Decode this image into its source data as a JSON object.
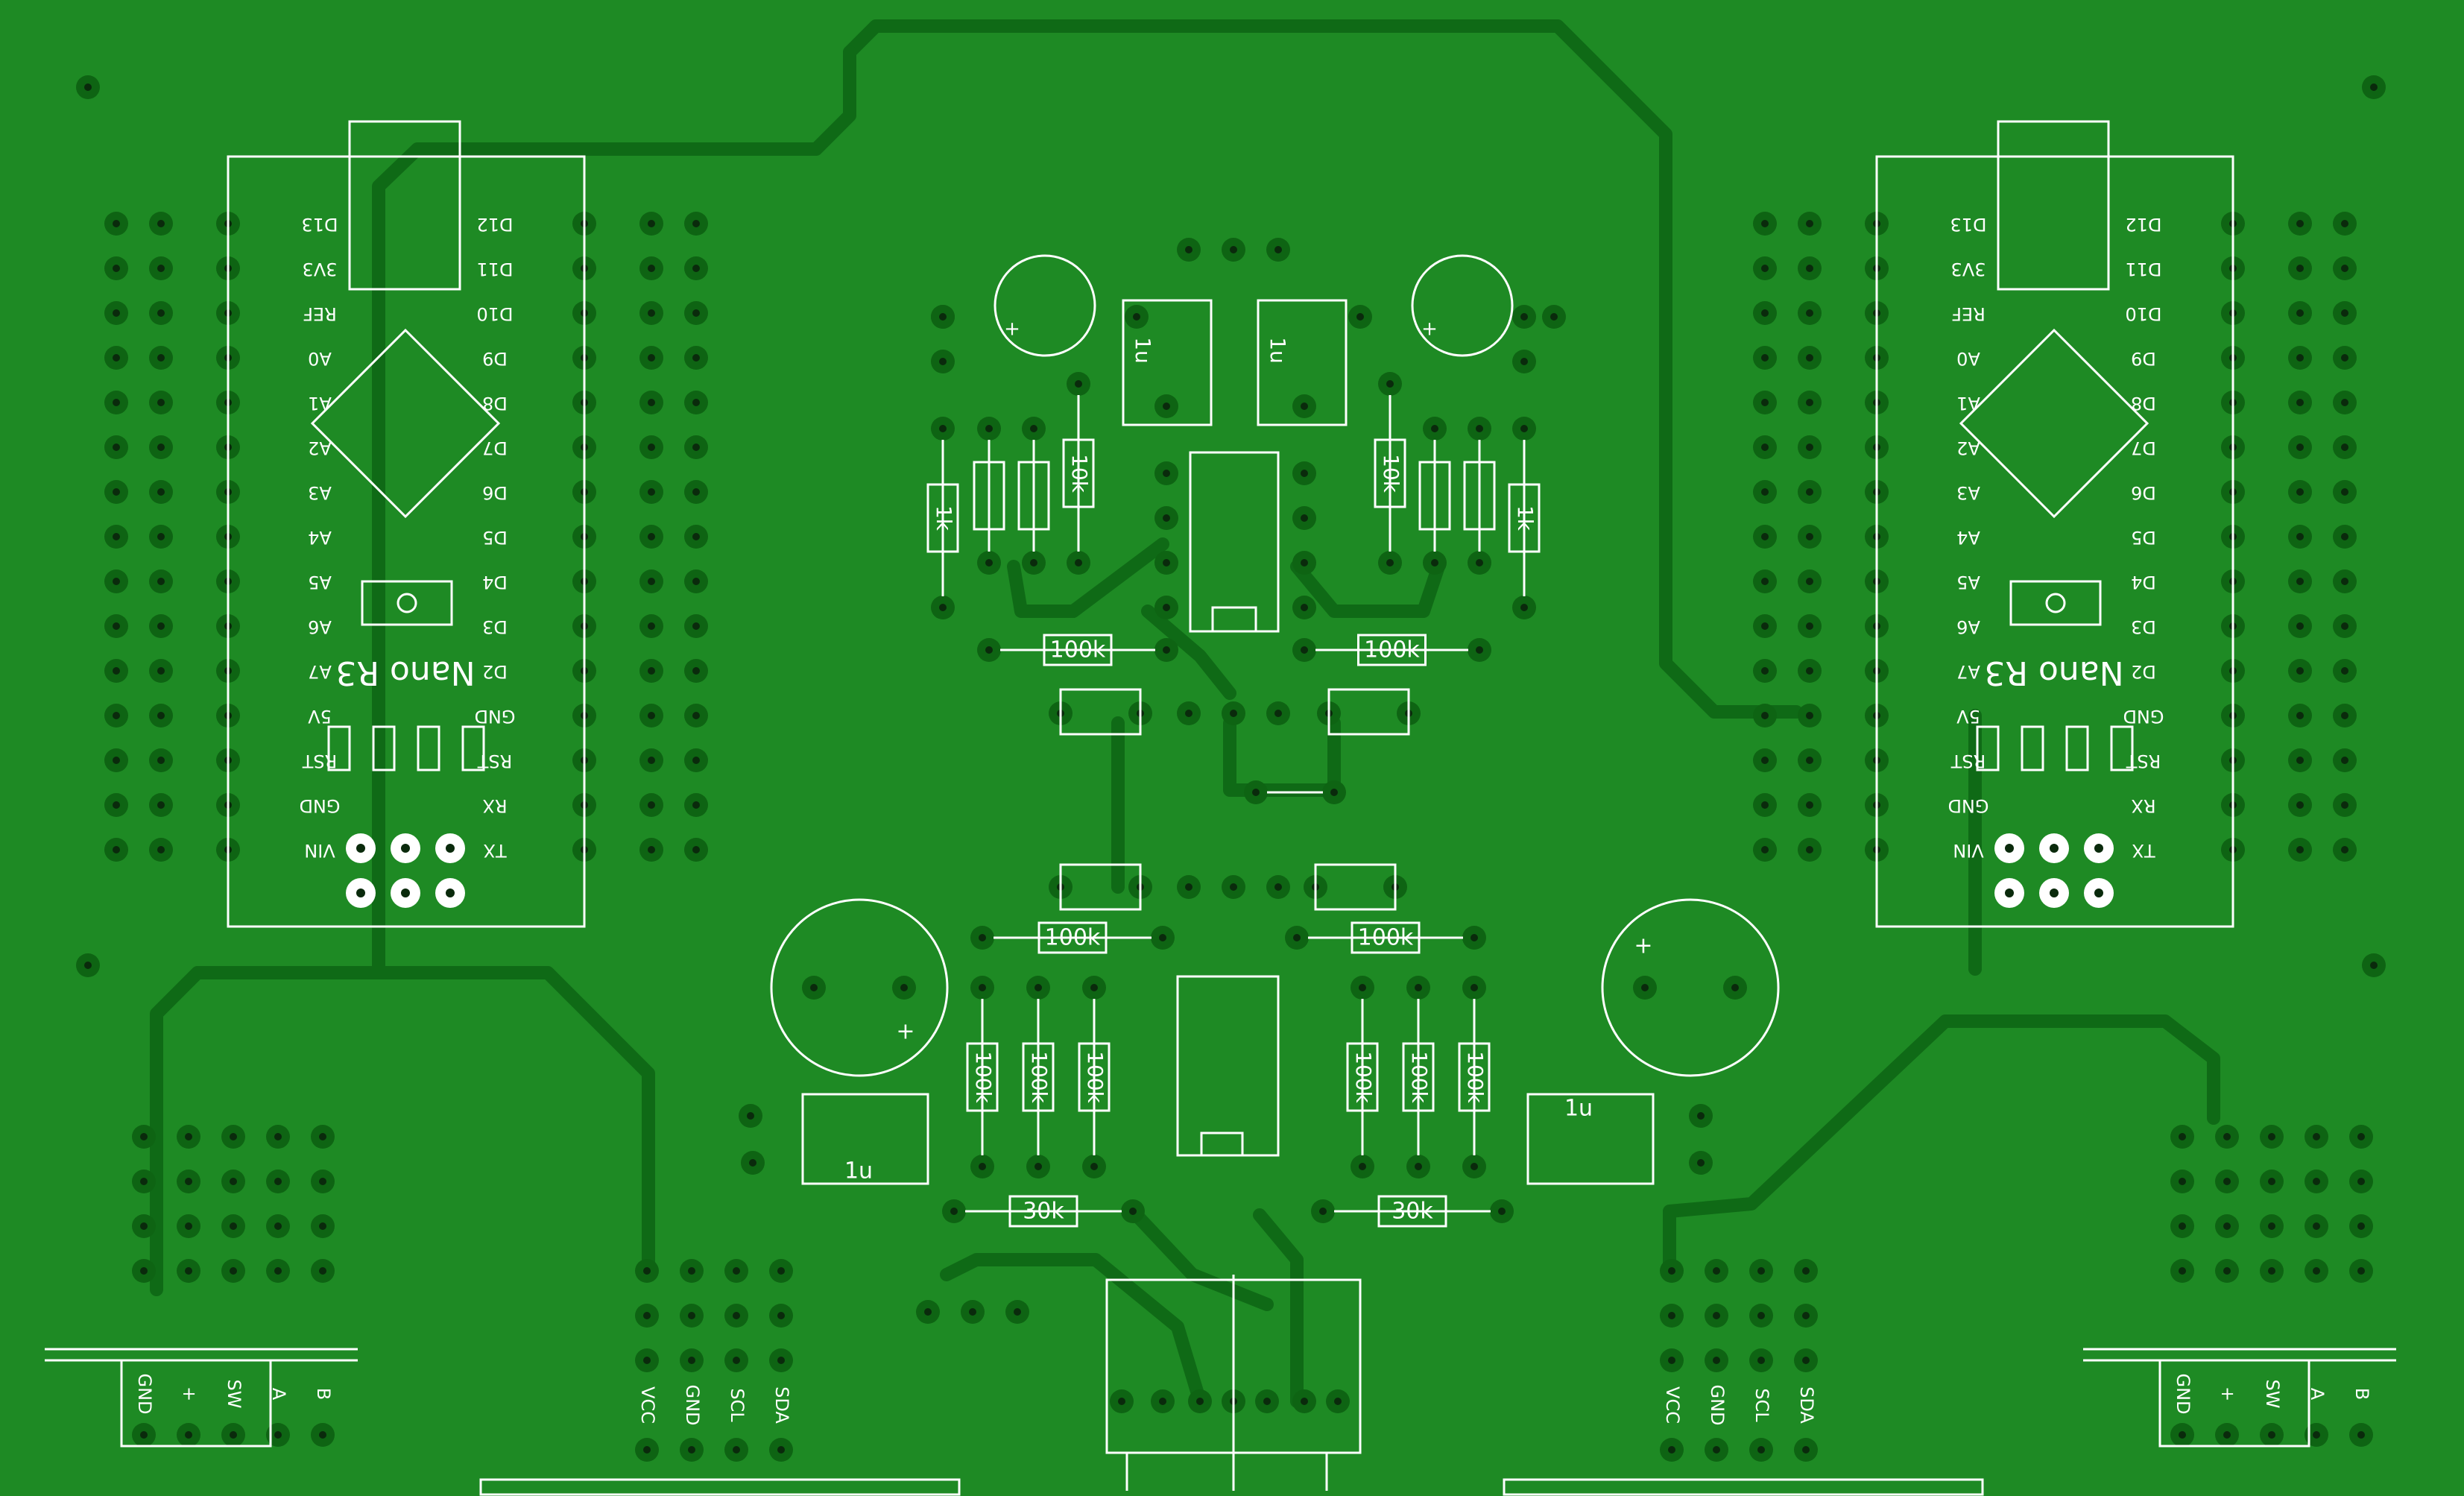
{
  "colors": {
    "board": "#1e8a24",
    "trace": "#0f6a16",
    "pad": "#0e6413",
    "silk": "#ffffff"
  },
  "arduino": {
    "model": "Nano R3",
    "left_pins": [
      "D13",
      "3V3",
      "REF",
      "A0",
      "A1",
      "A2",
      "A3",
      "A4",
      "A5",
      "A6",
      "A7",
      "5V",
      "RST",
      "GND",
      "VIN"
    ],
    "right_pins": [
      "D12",
      "D11",
      "D10",
      "D9",
      "D8",
      "D7",
      "D6",
      "D5",
      "D4",
      "D3",
      "D2",
      "GND",
      "RST",
      "RX",
      "TX"
    ]
  },
  "encoder_pins": [
    "GND",
    "+",
    "SW",
    "A",
    "B"
  ],
  "i2c_pins": [
    "VCC",
    "GND",
    "SCL",
    "SDA"
  ],
  "parts": {
    "c_1u": "1u",
    "r_1k": "1k",
    "r_10k": "10k",
    "r_100k": "100k",
    "r_30k": "30k",
    "plus": "+"
  }
}
